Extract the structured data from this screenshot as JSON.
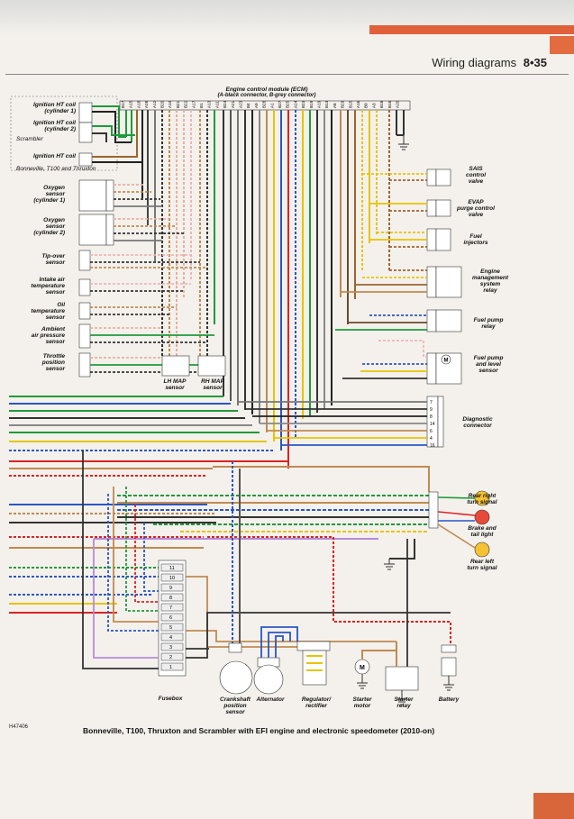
{
  "header": {
    "title": "Wiring diagrams",
    "page": "8•35"
  },
  "ecm": {
    "title": "Engine control module (ECM)",
    "subtitle": "(A-black connector, B-grey connector)"
  },
  "pins": [
    "B17",
    "A15",
    "A18",
    "A26",
    "A12",
    "B20",
    "A10",
    "B21",
    "B22",
    "A17",
    "B1",
    "A13",
    "A11",
    "B24",
    "A21",
    "A23",
    "B4",
    "A9",
    "B28",
    "A1",
    "B27",
    "B25",
    "A24",
    "B23",
    "B19",
    "A19",
    "B13",
    "A8",
    "B29",
    "B15",
    "A16",
    "B9",
    "A3",
    "B18",
    "B16",
    "A20"
  ],
  "labels": {
    "ign1": "Ignition HT coil\n(cylinder 1)",
    "ign2": "Ignition HT coil\n(cylinder 2)",
    "scrambler": "Scrambler",
    "ign3": "Ignition HT coil",
    "bonneville": "Bonneville, T100 and Thruxton",
    "oxy1": "Oxygen\nsensor\n(cylinder 1)",
    "oxy2": "Oxygen\nsensor\n(cylinder 2)",
    "tipover": "Tip-over\nsensor",
    "iat": "Intake air\ntemperature\nsensor",
    "oil": "Oil\ntemperature\nsensor",
    "amb": "Ambient\nair pressure\nsensor",
    "tps": "Throttle\nposition\nsensor",
    "lhmap": "LH MAP\nsensor",
    "rhmap": "RH MAP\nsensor",
    "sais": "SAIS\ncontrol\nvalve",
    "evap": "EVAP\npurge control\nvalve",
    "inj": "Fuel\ninjectors",
    "emsr": "Engine\nmanagement\nsystem\nrelay",
    "fpr": "Fuel pump\nrelay",
    "fpl": "Fuel pump\nand level\nsensor",
    "diag": "Diagnostic\nconnector",
    "rrt": "Rear right\nturn signal",
    "btl": "Brake and\ntail light",
    "rlt": "Rear left\nturn signal",
    "fusebox": "Fusebox",
    "crank": "Crankshaft\nposition\nsensor",
    "alt": "Alternator",
    "reg": "Regulator/\nrectifier",
    "smotor": "Starter\nmotor",
    "srelay": "Starter\nrelay",
    "battery": "Battery"
  },
  "fuse_numbers": [
    "11",
    "10",
    "9",
    "8",
    "7",
    "6",
    "5",
    "4",
    "3",
    "2",
    "1"
  ],
  "diag_pins": [
    "7",
    "9",
    "8",
    "14",
    "6",
    "4",
    "16"
  ],
  "caption": "Bonneville, T100, Thruxton and Scrambler with EFI engine and electronic speedometer (2010-on)",
  "ref": "H47406"
}
